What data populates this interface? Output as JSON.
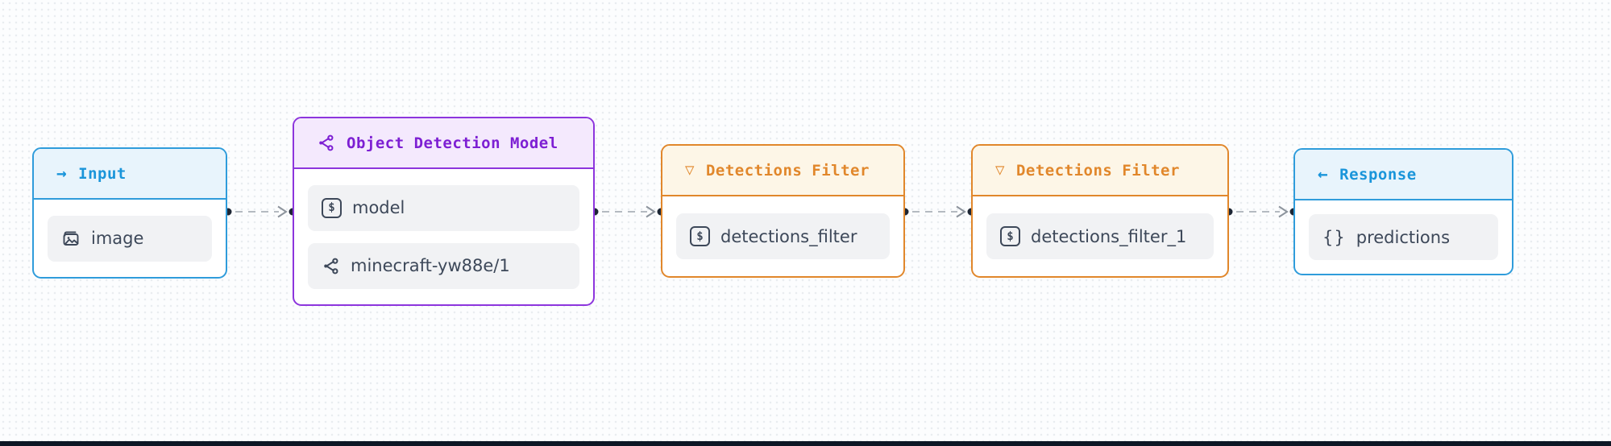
{
  "workflow": {
    "nodes": [
      {
        "id": "input",
        "title": "Input",
        "title_icon": "arrow-right-icon",
        "title_glyph": "→",
        "fields": [
          {
            "icon": "image-icon",
            "label": "image"
          }
        ]
      },
      {
        "id": "object_detection_model",
        "title": "Object Detection Model",
        "title_icon": "model-graph-icon",
        "fields": [
          {
            "icon": "string-param-icon",
            "icon_glyph": "$",
            "label": "model"
          },
          {
            "icon": "model-graph-icon",
            "label": "minecraft-yw88e/1"
          }
        ]
      },
      {
        "id": "detections_filter",
        "title": "Detections Filter",
        "title_icon": "filter-icon",
        "title_glyph": "▽",
        "fields": [
          {
            "icon": "string-param-icon",
            "icon_glyph": "$",
            "label": "detections_filter"
          }
        ]
      },
      {
        "id": "detections_filter_1",
        "title": "Detections Filter",
        "title_icon": "filter-icon",
        "title_glyph": "▽",
        "fields": [
          {
            "icon": "string-param-icon",
            "icon_glyph": "$",
            "label": "detections_filter_1"
          }
        ]
      },
      {
        "id": "response",
        "title": "Response",
        "title_icon": "arrow-left-icon",
        "title_glyph": "←",
        "fields": [
          {
            "icon": "curly-braces-icon",
            "icon_glyph": "{}",
            "label": "predictions"
          }
        ]
      }
    ],
    "edges": [
      {
        "from": "input",
        "to": "object_detection_model"
      },
      {
        "from": "object_detection_model",
        "to": "detections_filter"
      },
      {
        "from": "detections_filter",
        "to": "detections_filter_1"
      },
      {
        "from": "detections_filter_1",
        "to": "response"
      }
    ],
    "colors": {
      "input_accent": "#2f9cdb",
      "input_header_bg": "#e8f4fc",
      "input_title": "#1a95da",
      "model_accent": "#8d35dd",
      "model_header_bg": "#f4e9fd",
      "model_title": "#7d1fd3",
      "filter_accent": "#e1872b",
      "filter_header_bg": "#fdf6e7",
      "filter_title": "#e1872b",
      "field_bg": "#f1f2f4",
      "field_text": "#3d4859",
      "edge_dash": "#b4bac1",
      "edge_arrow": "#8d949d",
      "handle_dot": "#1d2634",
      "canvas_dot": "#e9edf0",
      "bottom_bar": "#0d1624"
    }
  }
}
